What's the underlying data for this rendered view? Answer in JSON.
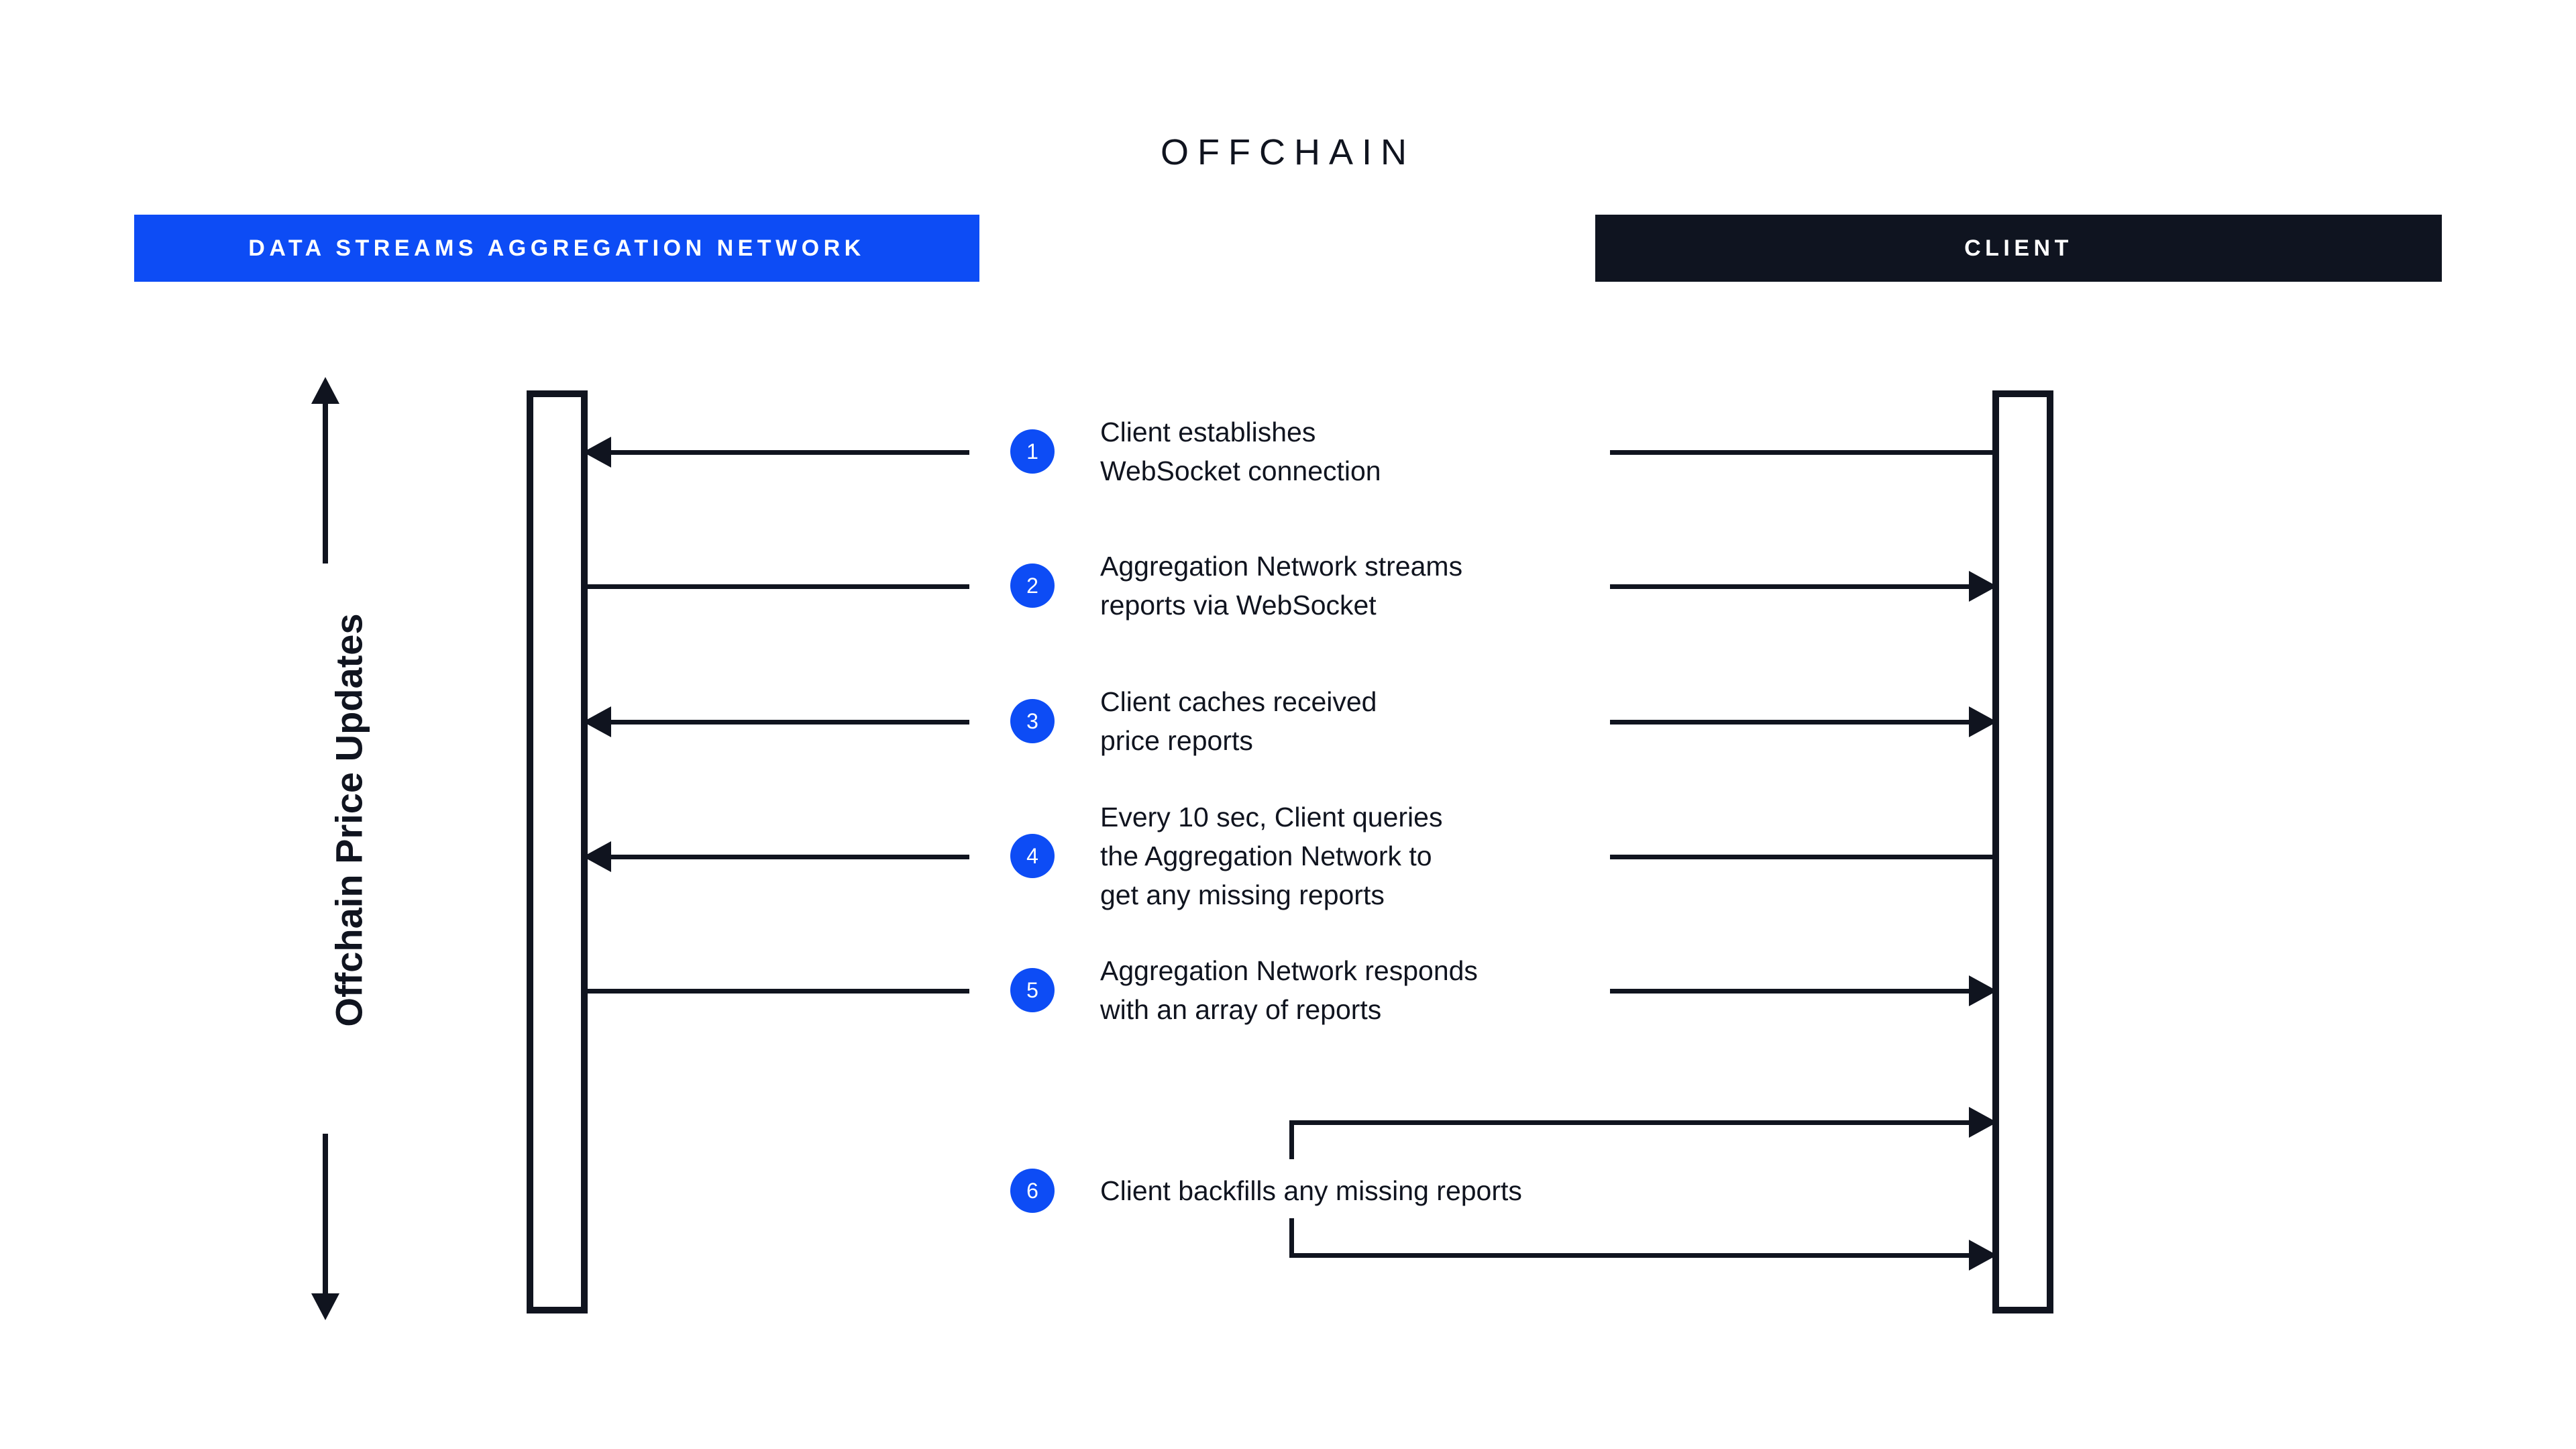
{
  "diagram": {
    "title": "OFFCHAIN",
    "axis_label": "Offchain Price Updates",
    "colors": {
      "accent_blue": "#0d4cf5",
      "dark": "#10141f",
      "background": "#ffffff"
    },
    "actors": [
      {
        "id": "network",
        "label": "DATA STREAMS AGGREGATION NETWORK",
        "bar_color": "#0d4cf5",
        "text_color": "#ffffff"
      },
      {
        "id": "client",
        "label": "CLIENT",
        "bar_color": "#0f1420",
        "text_color": "#ffffff"
      }
    ],
    "steps": [
      {
        "number": "1",
        "lines": [
          "Client establishes",
          "WebSocket connection"
        ],
        "left_arrow": "to-left",
        "right_arrow": "none"
      },
      {
        "number": "2",
        "lines": [
          "Aggregation Network streams",
          "reports via WebSocket"
        ],
        "left_arrow": "none",
        "right_arrow": "to-right"
      },
      {
        "number": "3",
        "lines": [
          "Client caches received",
          "price reports"
        ],
        "left_arrow": "to-left",
        "right_arrow": "to-right"
      },
      {
        "number": "4",
        "lines": [
          "Every 10 sec, Client queries",
          "the Aggregation Network to",
          "get any missing reports"
        ],
        "left_arrow": "to-left",
        "right_arrow": "none"
      },
      {
        "number": "5",
        "lines": [
          "Aggregation Network responds",
          "with an array of reports"
        ],
        "left_arrow": "none",
        "right_arrow": "to-right"
      },
      {
        "number": "6",
        "lines": [
          "Client backfills any missing reports"
        ],
        "left_arrow": "none",
        "right_arrow": "bracket"
      }
    ]
  }
}
